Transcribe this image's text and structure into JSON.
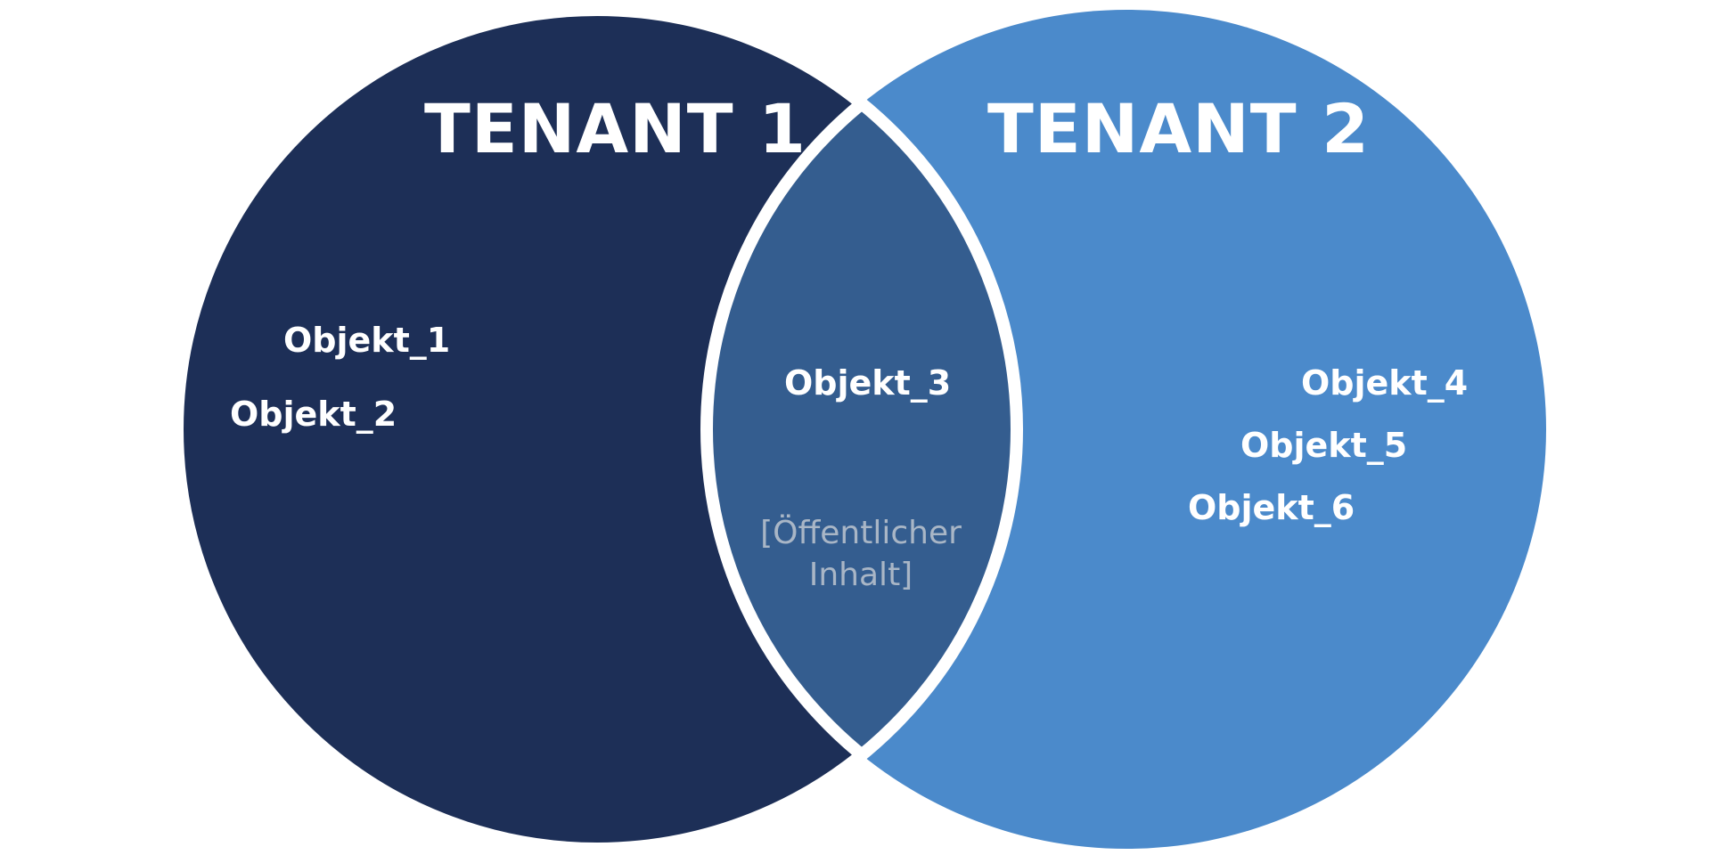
{
  "colors": {
    "tenant1": "#1d2f57",
    "tenant2": "#4b8acb",
    "overlap": "#345d8f",
    "divider": "#ffffff",
    "note_text": "#a9b6c6"
  },
  "tenant1": {
    "title": "TENANT 1",
    "objects": [
      "Objekt_1",
      "Objekt_2"
    ]
  },
  "tenant2": {
    "title": "TENANT 2",
    "objects": [
      "Objekt_4",
      "Objekt_5",
      "Objekt_6"
    ]
  },
  "overlap": {
    "objects": [
      "Objekt_3"
    ],
    "note_line1": "[Öffentlicher",
    "note_line2": "Inhalt]"
  }
}
